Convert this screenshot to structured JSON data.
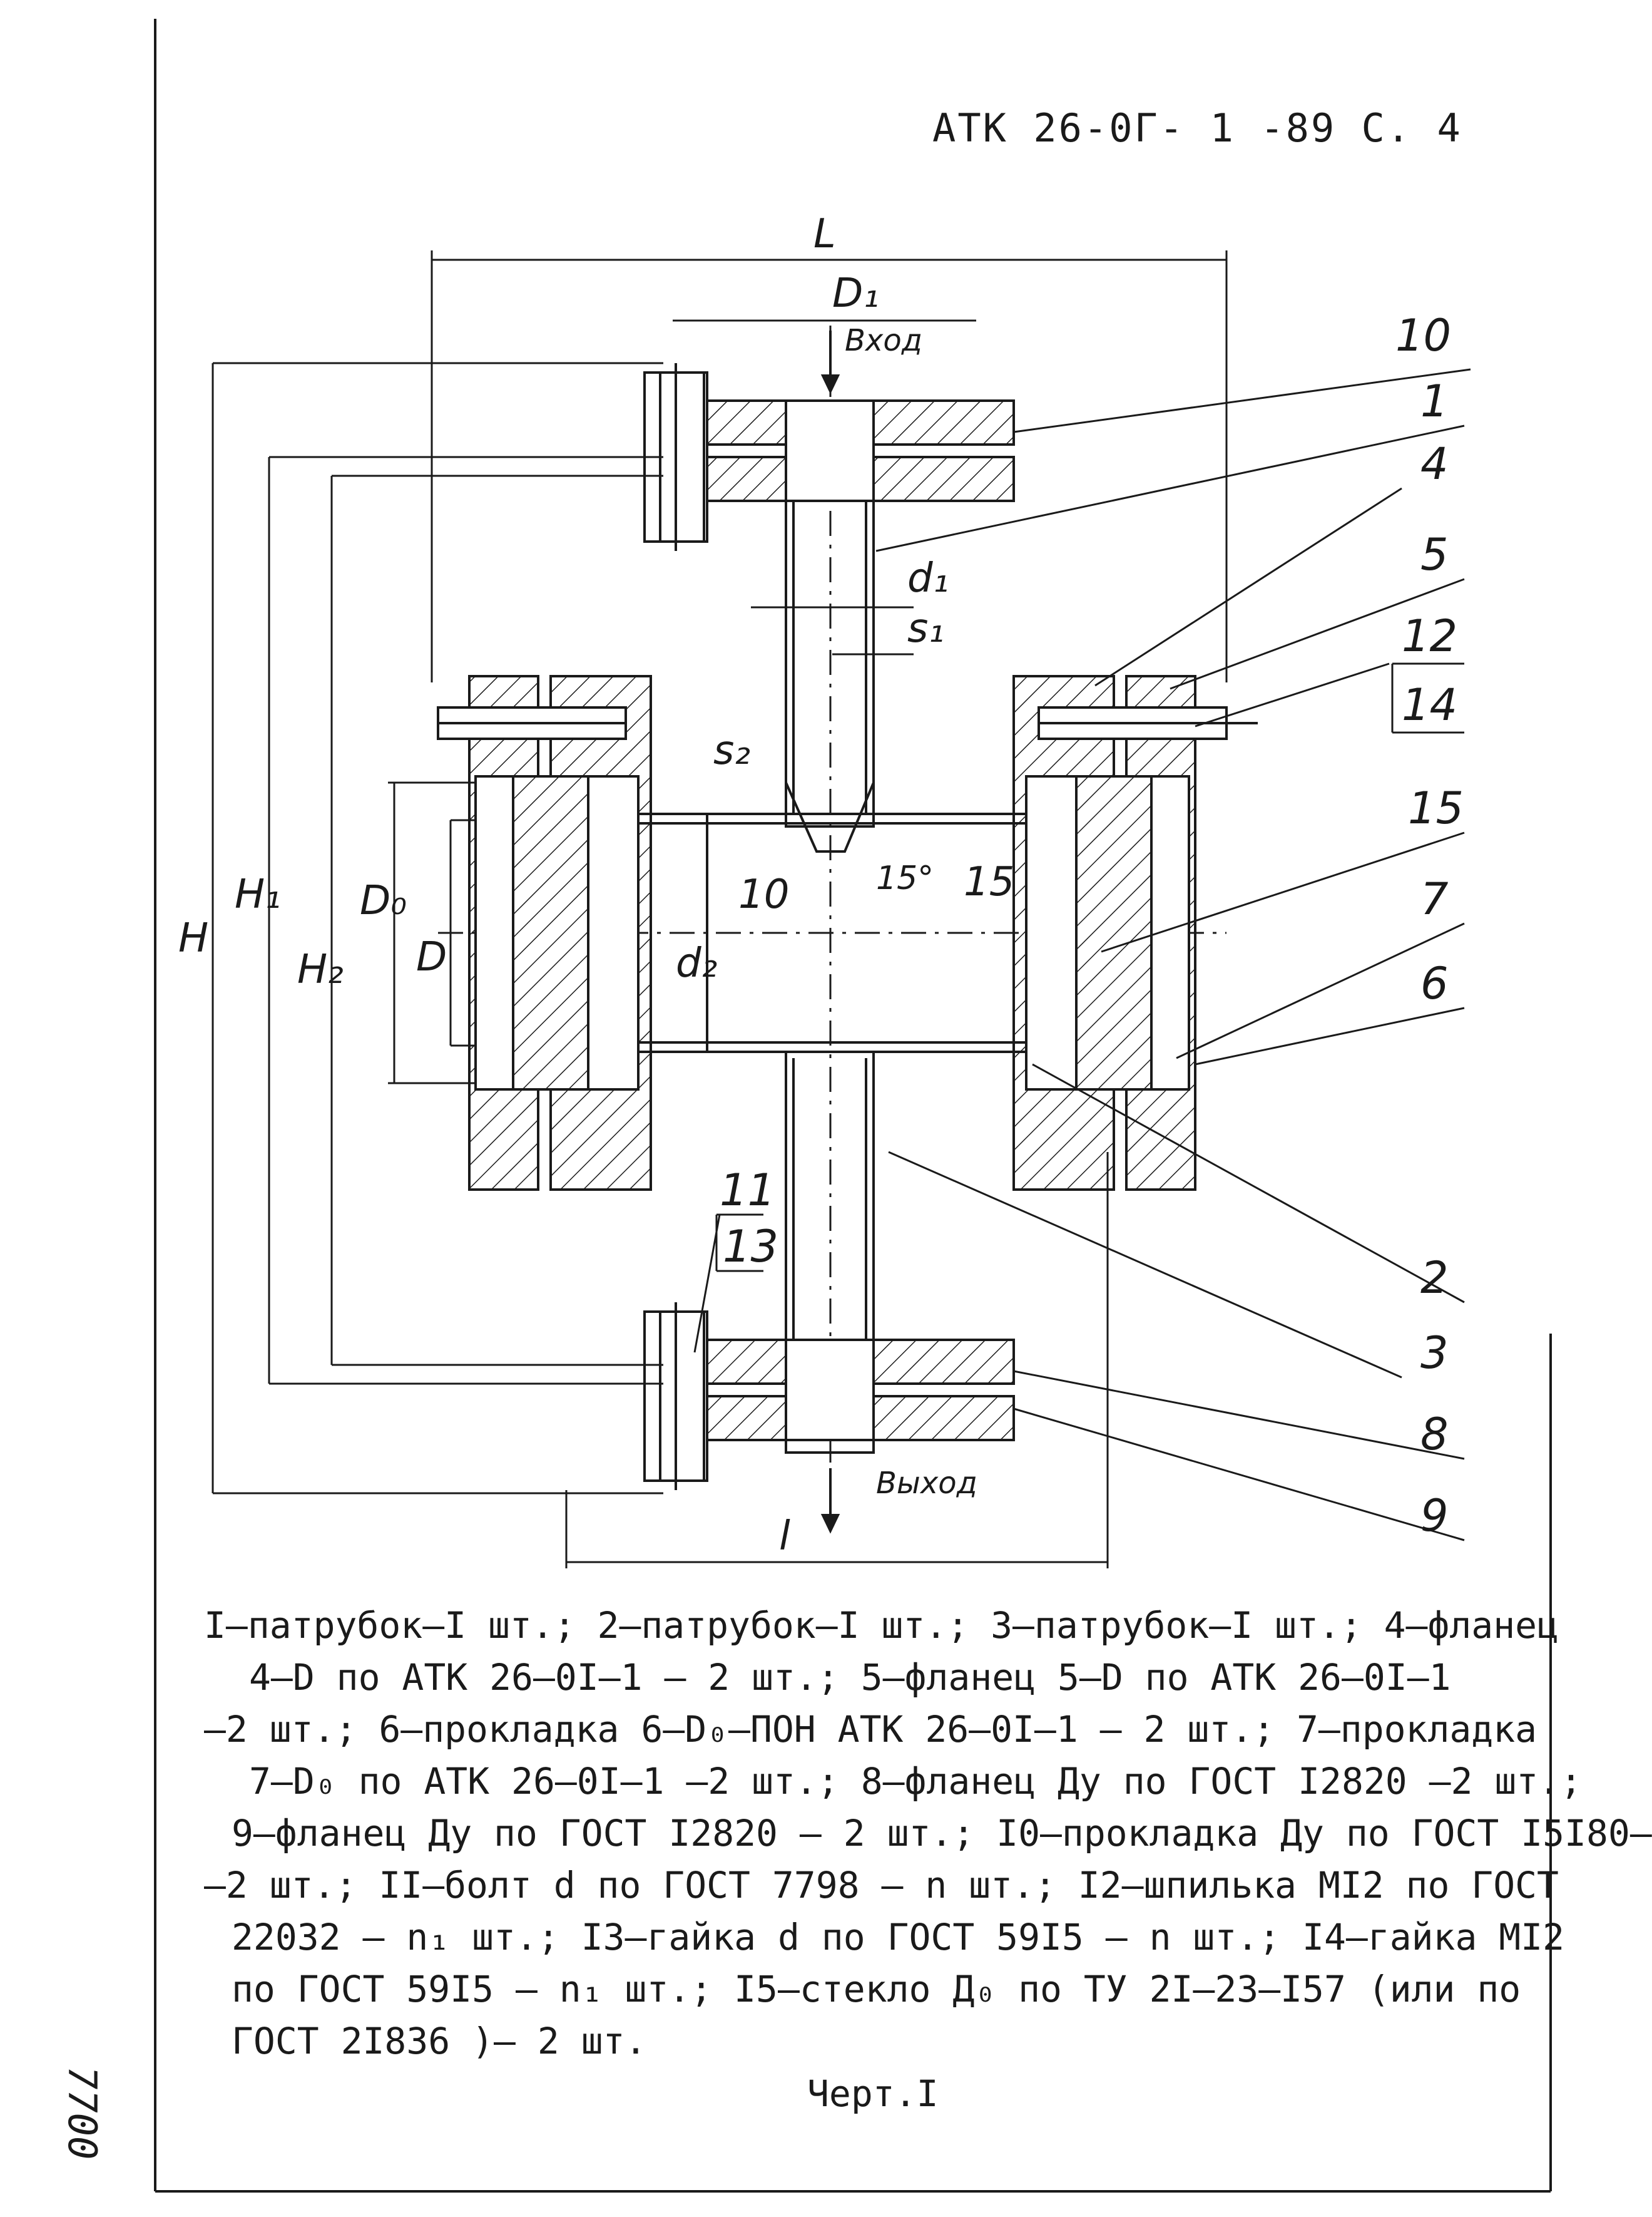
{
  "header": {
    "doc_code": "АТК 26-0Г- 1 -89 С. 4"
  },
  "drawing": {
    "dims": {
      "L": "L",
      "D1": "D₁",
      "H": "H",
      "H1": "H₁",
      "H2": "H₂",
      "D0": "D₀",
      "D": "D",
      "d1": "d₁",
      "s1": "s₁",
      "s2": "s₂",
      "d2": "d₂",
      "l": "l",
      "ten": "10",
      "fifteen": "15",
      "angle": "15°"
    },
    "flow": {
      "inlet": "Вход",
      "outlet": "Выход"
    },
    "callouts": [
      "10",
      "1",
      "4",
      "5",
      "12",
      "14",
      "15",
      "7",
      "6",
      "2",
      "3",
      "8",
      "9",
      "11",
      "13"
    ]
  },
  "caption": {
    "lines": [
      "I–патрубок–I шт.; 2–патрубок–I шт.; 3–патрубок–I шт.; 4–фланец",
      "4–D по АТК 26–0I–1      – 2 шт.; 5–фланец   5–D по АТК 26–0I–1",
      "–2 шт.; 6–прокладка   6–D₀–ПОН АТК 26–0I–1    – 2 шт.; 7–прокладка",
      "7–D₀ по АТК 26–0I–1     –2 шт.; 8–фланец Дy по ГОСТ I2820   –2 шт.;",
      "9–фланец Дy по ГОСТ I2820   – 2 шт.; I0–прокладка Дy по ГОСТ I5I80–",
      "–2 шт.; II–болт d по ГОСТ 7798   – n шт.; I2–шпилька MI2 по ГОСТ",
      "22032   – n₁ шт.; I3–гайка d по ГОСТ 59I5   – n шт.; I4–гайка MI2",
      "по ГОСТ 59I5   – n₁ шт.; I5–стекло Д₀ по ТУ 2I–23–I57    (или по",
      "ГОСТ 2I836   )– 2 шт."
    ],
    "figure_label": "Черт.I"
  },
  "side_stamp": "7700"
}
